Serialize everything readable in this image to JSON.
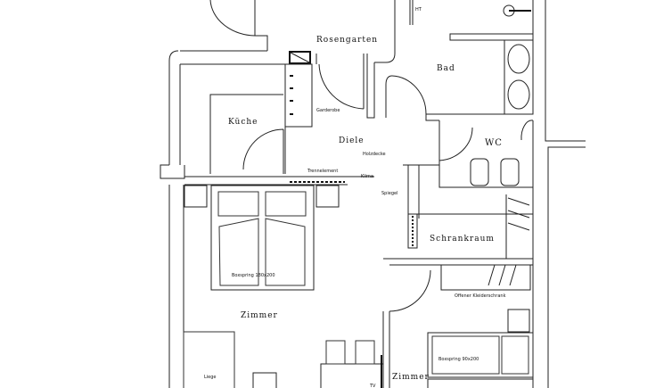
{
  "plan": {
    "rooms": {
      "rosengarten": "Rosengarten",
      "kueche": "Küche",
      "bad": "Bad",
      "diele": "Diele",
      "wc": "WC",
      "schrankraum": "Schrankraum",
      "zimmer1": "Zimmer",
      "zimmer2": "Zimmer"
    },
    "annotations": {
      "ht": "HT",
      "garderobe": "Garderobe",
      "holzdecke": "Holzdecke",
      "trennelement": "Trennelement",
      "klima": "Klima",
      "spiegel": "Spiegel",
      "bed1": "Boxspring 180x200",
      "bed2": "Boxspring 90x200",
      "liege": "Liege",
      "kleiderschrank": "Offener Kleiderschrank",
      "tv": "TV"
    },
    "colors": {
      "accent_line": "#e05a5a"
    }
  }
}
